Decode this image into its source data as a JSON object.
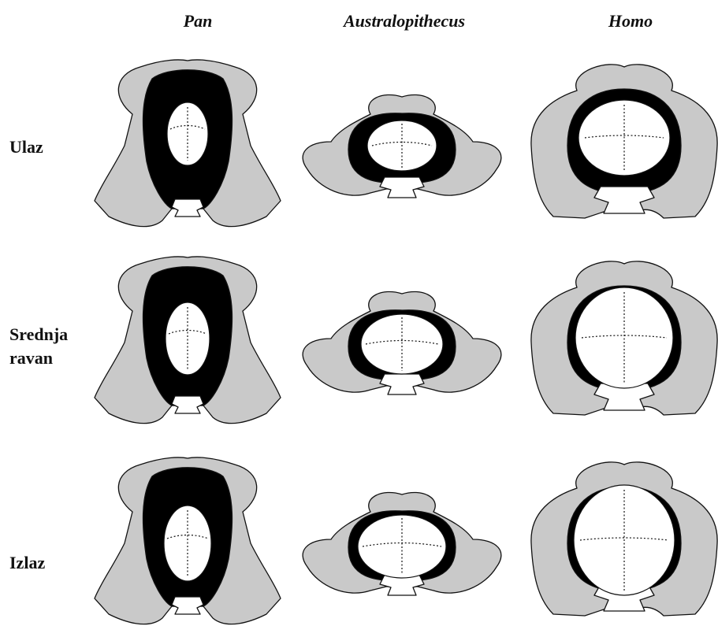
{
  "columns": [
    {
      "key": "pan",
      "label": "Pan"
    },
    {
      "key": "australopithecus",
      "label": "Australopithecus"
    },
    {
      "key": "homo",
      "label": "Homo"
    }
  ],
  "rows": [
    {
      "key": "inlet",
      "label": "Ulaz"
    },
    {
      "key": "midplane",
      "label": "Srednja ravan"
    },
    {
      "key": "outlet",
      "label": "Izlaz"
    }
  ],
  "colors": {
    "bone": "#c9c9c9",
    "canal": "#000000",
    "head": "#ffffff",
    "outline": "#111111"
  },
  "illustrations": [
    {
      "name": "pan-inlet",
      "species": "pan",
      "plane": "inlet"
    },
    {
      "name": "australopithecus-inlet",
      "species": "australopithecus",
      "plane": "inlet"
    },
    {
      "name": "homo-inlet",
      "species": "homo",
      "plane": "inlet"
    },
    {
      "name": "pan-midplane",
      "species": "pan",
      "plane": "midplane"
    },
    {
      "name": "australopithecus-midplane",
      "species": "australopithecus",
      "plane": "midplane"
    },
    {
      "name": "homo-midplane",
      "species": "homo",
      "plane": "midplane"
    },
    {
      "name": "pan-outlet",
      "species": "pan",
      "plane": "outlet"
    },
    {
      "name": "australopithecus-outlet",
      "species": "australopithecus",
      "plane": "outlet"
    },
    {
      "name": "homo-outlet",
      "species": "homo",
      "plane": "outlet"
    }
  ]
}
